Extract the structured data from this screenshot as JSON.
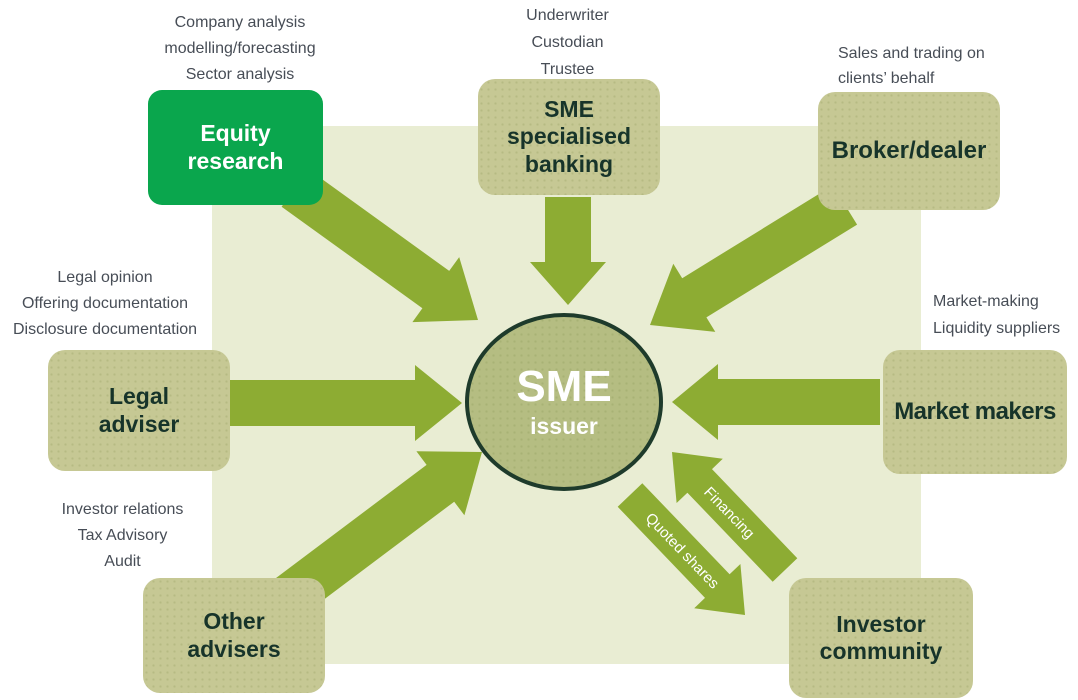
{
  "colors": {
    "page_bg": "#ffffff",
    "panel_bg": "#e9edd3",
    "box_fill": "#c6c894",
    "box_text": "#17342a",
    "green_fill": "#0aa64d",
    "green_text": "#ffffff",
    "arrow": "#8dac33",
    "circle_fill": "#b5bd82",
    "circle_border": "#1e3b2b",
    "annotation_text": "#474d56"
  },
  "center": {
    "title": "SME",
    "subtitle": "issuer"
  },
  "nodes": {
    "equity": {
      "label": "Equity\nresearch",
      "annotation": [
        "Company analysis",
        "modelling/forecasting",
        "Sector analysis"
      ]
    },
    "banking": {
      "label": "SME\nspecialised\nbanking",
      "annotation": [
        "Underwriter",
        "Custodian",
        "Trustee"
      ]
    },
    "broker": {
      "label": "Broker/dealer",
      "annotation": [
        "Sales and trading on",
        "clients’ behalf"
      ]
    },
    "legal": {
      "label": "Legal\nadviser",
      "annotation": [
        "Legal opinion",
        "Offering documentation",
        "Disclosure documentation"
      ]
    },
    "market": {
      "label": "Market makers",
      "annotation": [
        "Market-making",
        "Liquidity suppliers"
      ]
    },
    "other": {
      "label": "Other\nadvisers",
      "annotation": [
        "Investor relations",
        "Tax Advisory",
        "Audit"
      ]
    },
    "investor": {
      "label": "Investor\ncommunity"
    }
  },
  "flows": {
    "financing": "Financing",
    "quoted_shares": "Quoted shares"
  }
}
